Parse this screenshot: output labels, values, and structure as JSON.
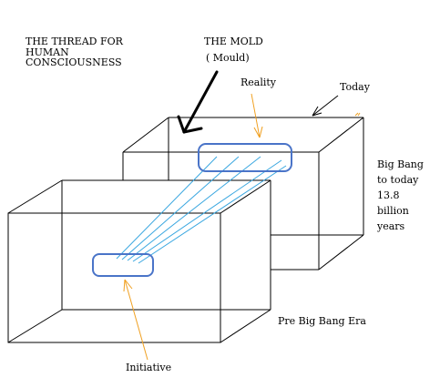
{
  "labels": {
    "thread_title": "THE THREAD FOR\nHUMAN\nCONSCIOUSNESS",
    "mold_title": "THE MOLD",
    "mold_subtitle": "( Mould)",
    "reality": "Reality",
    "today": "Today",
    "big_bang_to_today": "Big Bang\nto today\n13.8\nbillion\nyears",
    "pre_big_bang_era": "Pre Big Bang Era",
    "initiative": "Initiative"
  },
  "colors": {
    "box_outline": "#000000",
    "capsule_outline": "#4a74c8",
    "thread_lines": "#3aa7e0",
    "arrow_orange": "#f0a020",
    "arrow_black": "#000000",
    "background": "#ffffff"
  }
}
